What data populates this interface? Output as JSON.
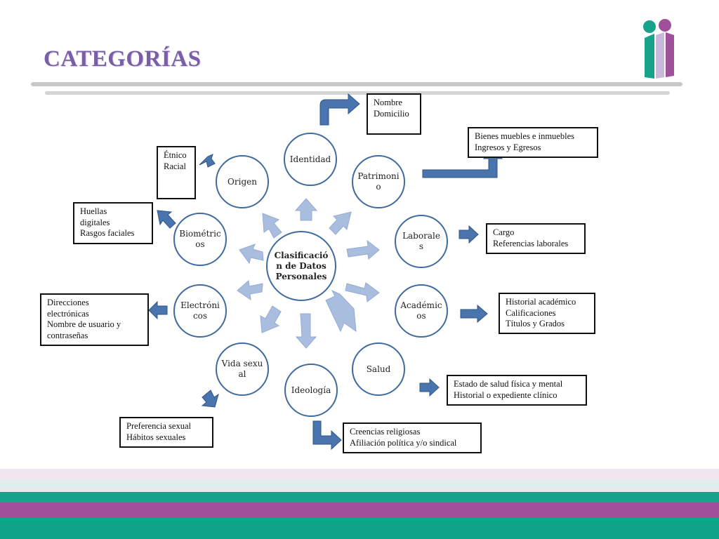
{
  "title": "CATEGORÍAS",
  "colors": {
    "purple": "#7a5ea8",
    "teal": "#16a38a",
    "magenta": "#a0509b",
    "arrow": "#4a74ad",
    "inner_arrow": "#a9bedf"
  },
  "center": {
    "label": "Clasificación de Datos Personales"
  },
  "categories": [
    {
      "label": "Identidad"
    },
    {
      "label": "Patrimonio"
    },
    {
      "label": "Laborales"
    },
    {
      "label": "Académicos"
    },
    {
      "label": "Salud"
    },
    {
      "label": "Ideología"
    },
    {
      "label": "Vida sexual"
    },
    {
      "label": "Electrónicos"
    },
    {
      "label": "Biométricos"
    },
    {
      "label": "Origen"
    }
  ],
  "details": {
    "identidad": "Nombre\nDomicilio",
    "patrimonio": "Bienes muebles e inmuebles\nIngresos y Egresos",
    "laborales": "Cargo\nReferencias laborales",
    "academicos": "Historial académico\nCalificaciones\nTítulos y Grados",
    "salud": "Estado de salud física y mental\nHistorial o expediente clínico",
    "ideologia": "Creencias religiosas\nAfiliación política y/o sindical",
    "vida_sexual": "Preferencia sexual\nHábitos sexuales",
    "electronicos": "Direcciones\nelectrónicas\nNombre de usuario y\ncontraseñas",
    "biometricos": "Huellas\ndigitales\nRasgos faciales",
    "origen": "Étnico\nRacial"
  }
}
